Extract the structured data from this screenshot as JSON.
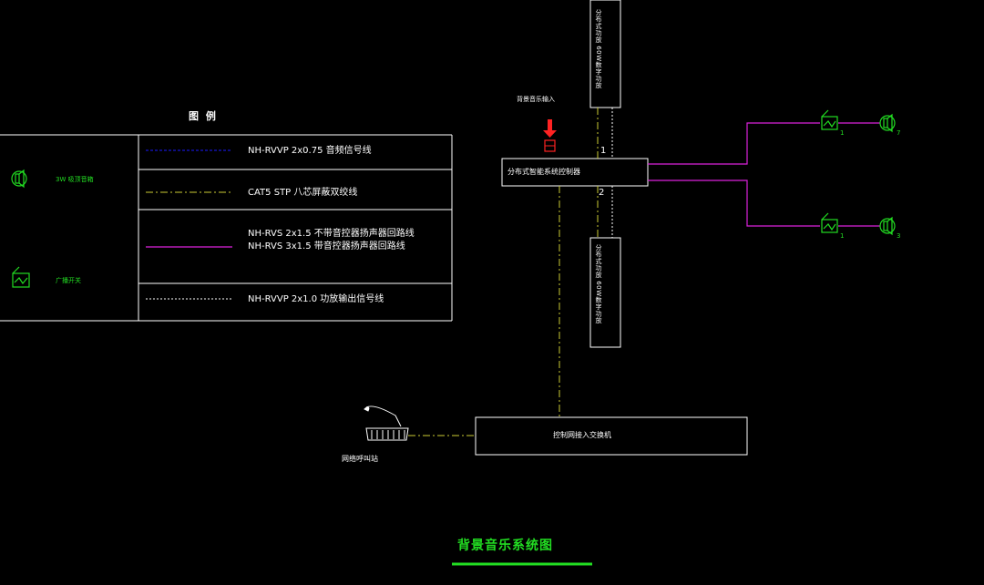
{
  "legend": {
    "title": "图  例",
    "rows": [
      {
        "text": "NH-RVVP 2x0.75 音频信号线"
      },
      {
        "text": "CAT5 STP 八芯屏蔽双绞线"
      },
      {
        "text": "NH-RVS 2x1.5 不带音控器扬声器回路线"
      },
      {
        "text": "NH-RVS 3x1.5 带音控器扬声器回路线"
      },
      {
        "text": "NH-RVVP 2x1.0 功放输出信号线"
      }
    ],
    "symbols": [
      {
        "label": "3W 吸顶音箱",
        "icon": "speaker-icon"
      },
      {
        "label": "广播开关",
        "icon": "broadcast-switch-icon"
      }
    ]
  },
  "diagram": {
    "controller": "分布式智能系统控制器",
    "switch": "控制网接入交换机",
    "amp_top": "分布式功放 60W数字功放",
    "amp_bottom": "分布式功放 60W数字功放",
    "port1": "1",
    "port2": "2",
    "input_label": "背景音乐输入",
    "paging_station": "网络呼叫站",
    "branch_top_switch_num": "1",
    "branch_top_speaker_num": "7",
    "branch_bottom_switch_num": "1",
    "branch_bottom_speaker_num": "3"
  },
  "colors": {
    "blue_line": "#1a1aff",
    "yellow_line": "#cccc33",
    "magenta_line": "#dd22dd",
    "white_line": "#ffffff",
    "green_symbol": "#22dd22",
    "red_input": "#ff2222"
  },
  "footer": {
    "title": "背景音乐系统图"
  }
}
